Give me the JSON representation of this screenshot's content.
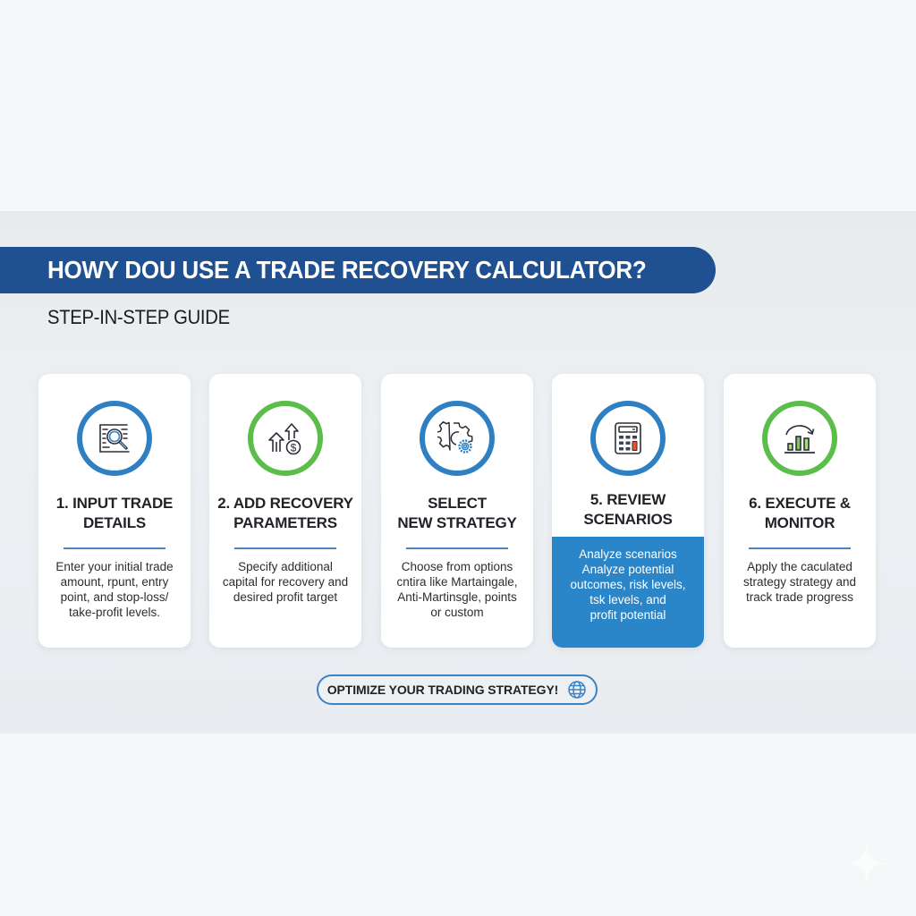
{
  "header": {
    "title": "HOWY DOU USE A TRADE RECOVERY CALCULATOR?",
    "subtitle": "STEP-IN-STEP GUIDE"
  },
  "colors": {
    "banner": "#1f5192",
    "ring_blue": "#2f80c3",
    "ring_green": "#5bbd4a",
    "highlight_panel": "#2a86c8",
    "background": "#f6f7f8"
  },
  "steps": [
    {
      "icon": "document-search-icon",
      "ring": "blue",
      "title_lines": [
        "1. INPUT TRADE",
        "DETAILS"
      ],
      "desc_lines": [
        "Enter your initial trade",
        "amount, rpunt, entry",
        "point, and stop-loss/",
        "take-profit levels."
      ]
    },
    {
      "icon": "arrows-up-dollar-icon",
      "ring": "green",
      "title_lines": [
        "2. ADD RECOVERY",
        "PARAMETERS"
      ],
      "desc_lines": [
        "Specify additional",
        "capital for recovery and",
        "desired profit target"
      ]
    },
    {
      "icon": "gears-icon",
      "ring": "blue",
      "title_lines": [
        "SELECT",
        "NEW STRATEGY"
      ],
      "desc_lines": [
        "Choose from options",
        "cntira like Martaingale,",
        "Anti-Martinsgle, points",
        "or custom"
      ]
    },
    {
      "icon": "calculator-icon",
      "ring": "blue",
      "highlighted": true,
      "title_lines": [
        "5. REVIEW",
        "SCENARIOS"
      ],
      "desc_lines": [
        "Analyze scenarios",
        "Analyze potential",
        "outcomes, risk levels,",
        "tsk levels, and",
        "profit potential"
      ]
    },
    {
      "icon": "bar-chart-arrow-icon",
      "ring": "green",
      "title_lines": [
        "6. EXECUTE &",
        "MONITOR"
      ],
      "desc_lines": [
        "Apply the caculated",
        "strategy strategy and",
        "track trade progress"
      ]
    }
  ],
  "cta": {
    "label": "OPTIMIZE YOUR TRADING STRATEGY!",
    "icon": "globe-icon"
  }
}
